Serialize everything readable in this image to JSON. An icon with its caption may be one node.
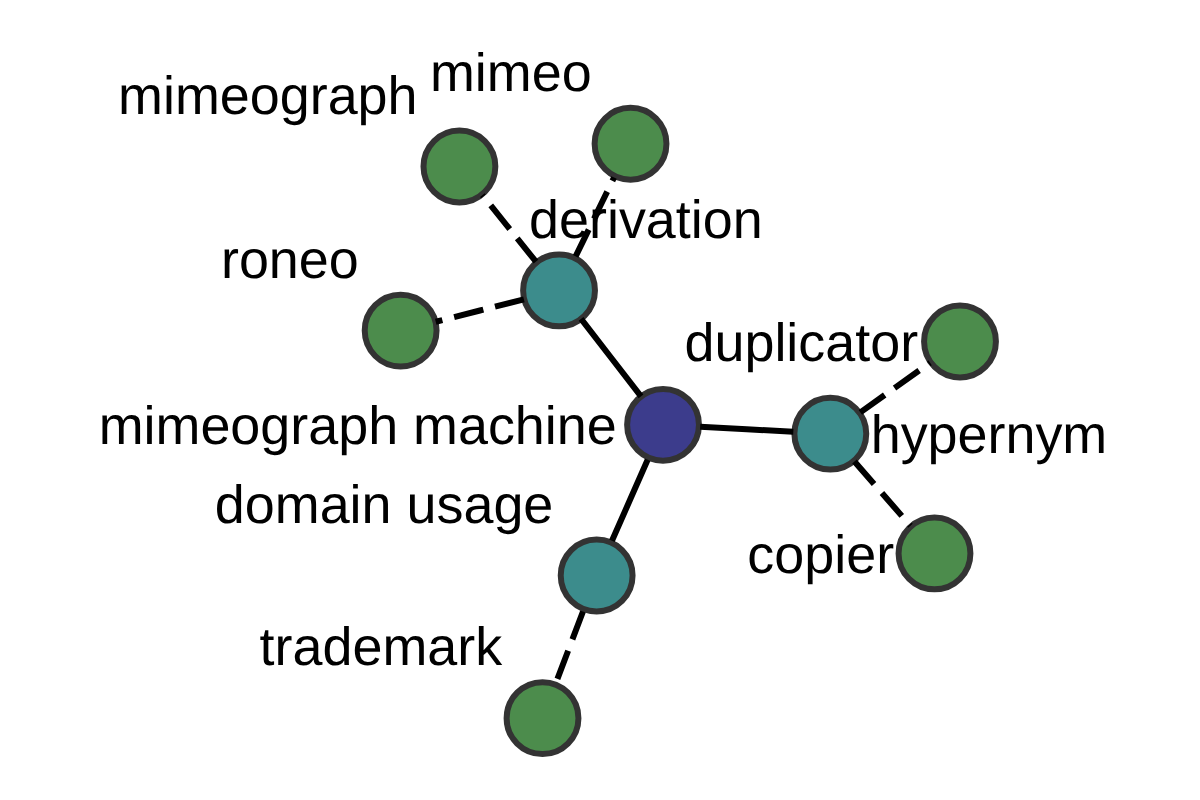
{
  "diagram": {
    "nodes": [
      {
        "text": [],
        "shape": "circle",
        "beside": [
          "mimeograph machine"
        ]
      },
      {
        "text": [],
        "shape": "circle",
        "beside": [
          "derivation"
        ]
      },
      {
        "text": [],
        "shape": "circle",
        "beside": [
          "domain usage"
        ]
      },
      {
        "text": [],
        "shape": "circle",
        "beside": [
          "hypernym"
        ]
      },
      {
        "text": [],
        "shape": "circle",
        "beside": [
          "mimeo"
        ]
      },
      {
        "text": [],
        "shape": "circle",
        "beside": [
          "mimeograph"
        ]
      },
      {
        "text": [],
        "shape": "circle",
        "beside": [
          "roneo"
        ]
      },
      {
        "text": [],
        "shape": "circle",
        "beside": [
          "trademark"
        ]
      },
      {
        "text": [],
        "shape": "circle",
        "beside": [
          "copier"
        ]
      },
      {
        "text": [],
        "shape": "circle",
        "beside": [
          "duplicator"
        ]
      }
    ],
    "edges": [
      {
        "from": 0,
        "to": 1,
        "arrow": "none"
      },
      {
        "from": 0,
        "to": 2,
        "arrow": "none"
      },
      {
        "from": 0,
        "to": 3,
        "arrow": "none"
      },
      {
        "from": 1,
        "to": 4,
        "arrow": "none",
        "style": "dashed"
      },
      {
        "from": 1,
        "to": 5,
        "arrow": "none",
        "style": "dashed"
      },
      {
        "from": 1,
        "to": 6,
        "arrow": "none",
        "style": "dashed"
      },
      {
        "from": 2,
        "to": 7,
        "arrow": "none",
        "style": "dashed"
      },
      {
        "from": 3,
        "to": 8,
        "arrow": "none",
        "style": "dashed"
      },
      {
        "from": 3,
        "to": 9,
        "arrow": "none",
        "style": "dashed"
      }
    ]
  }
}
